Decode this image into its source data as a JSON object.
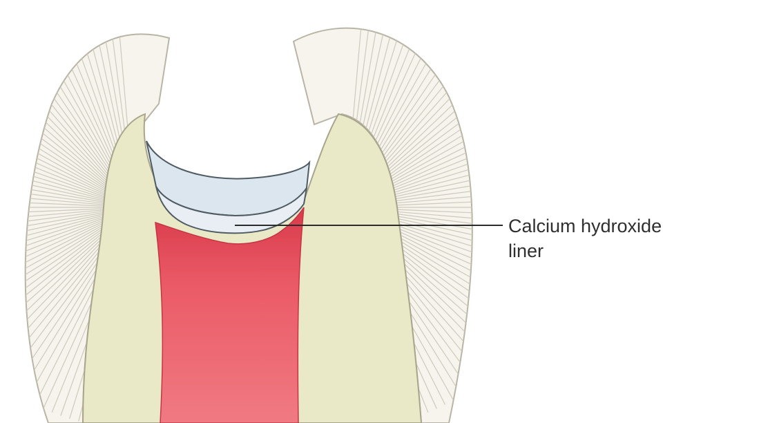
{
  "diagram": {
    "label": {
      "line1": "Calcium hydroxide",
      "line2": "liner"
    },
    "colors": {
      "background": "#ffffff",
      "enamel": "#f6f4ec",
      "enamel_outline": "#b8b4a6",
      "enamel_rods": "#cdc9bc",
      "dentin": "#e9e8c7",
      "dentin_outline": "#a9a58c",
      "pulp": "#ec5f6b",
      "pulp_dark": "#d83a4a",
      "liner": "#dfe8f0",
      "liner_outline": "#4f5b62",
      "leader_line": "#2b2b2b"
    },
    "icons": [
      "tooth-cross-section"
    ]
  }
}
